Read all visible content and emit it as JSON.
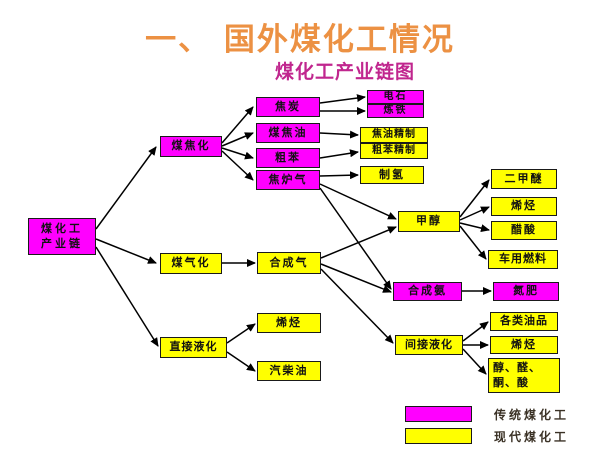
{
  "title": "一、 国外煤化工情况",
  "subtitle": "煤化工产业链图",
  "colors": {
    "traditional_box": "#ff00ff",
    "modern_box": "#ffff00",
    "title_text": "#ec9143",
    "subtitle_text": "#c0268e",
    "arrow": "#000000"
  },
  "nodes": {
    "root": {
      "line1": "煤化工",
      "line2": "产业链",
      "type": "traditional"
    },
    "coking": {
      "label": "煤焦化",
      "type": "traditional"
    },
    "gasification": {
      "label": "煤气化",
      "type": "modern"
    },
    "direct_liquefaction": {
      "label": "直接液化",
      "type": "modern"
    },
    "coke": {
      "label": "焦炭",
      "type": "traditional"
    },
    "coal_tar": {
      "label": "煤焦油",
      "type": "traditional"
    },
    "crude_benzene": {
      "label": "粗苯",
      "type": "traditional"
    },
    "coke_oven_gas": {
      "label": "焦炉气",
      "type": "traditional"
    },
    "calcium_carbide": {
      "label": "电石",
      "type": "traditional"
    },
    "iron_smelting": {
      "label": "炼铁",
      "type": "traditional"
    },
    "tar_refining": {
      "label": "焦油精制",
      "type": "modern"
    },
    "benzene_refining": {
      "label": "粗苯精制",
      "type": "modern"
    },
    "hydrogen": {
      "label": "制氢",
      "type": "modern"
    },
    "syngas": {
      "label": "合成气",
      "type": "modern"
    },
    "methanol": {
      "label": "甲醇",
      "type": "modern"
    },
    "ammonia": {
      "label": "合成氨",
      "type": "traditional"
    },
    "indirect_liquefaction": {
      "label": "间接液化",
      "type": "modern"
    },
    "dme": {
      "label": "二甲醚",
      "type": "modern"
    },
    "olefins_1": {
      "label": "烯烃",
      "type": "modern"
    },
    "acetic_acid": {
      "label": "醋酸",
      "type": "modern"
    },
    "vehicle_fuel": {
      "label": "车用燃料",
      "type": "modern"
    },
    "nitrogen_fertilizer": {
      "label": "氮肥",
      "type": "traditional"
    },
    "oil_products": {
      "label": "各类油品",
      "type": "modern"
    },
    "olefins_2": {
      "label": "烯烃",
      "type": "modern"
    },
    "alcohols": {
      "line1": "醇、醛、",
      "line2": "酮、酸",
      "type": "modern"
    },
    "olefins_3": {
      "label": "烯烃",
      "type": "modern"
    },
    "gasoline_diesel": {
      "label": "汽柴油",
      "type": "modern"
    }
  },
  "legend": [
    {
      "label": "传统煤化工",
      "type": "traditional"
    },
    {
      "label": "现代煤化工",
      "type": "modern"
    }
  ]
}
